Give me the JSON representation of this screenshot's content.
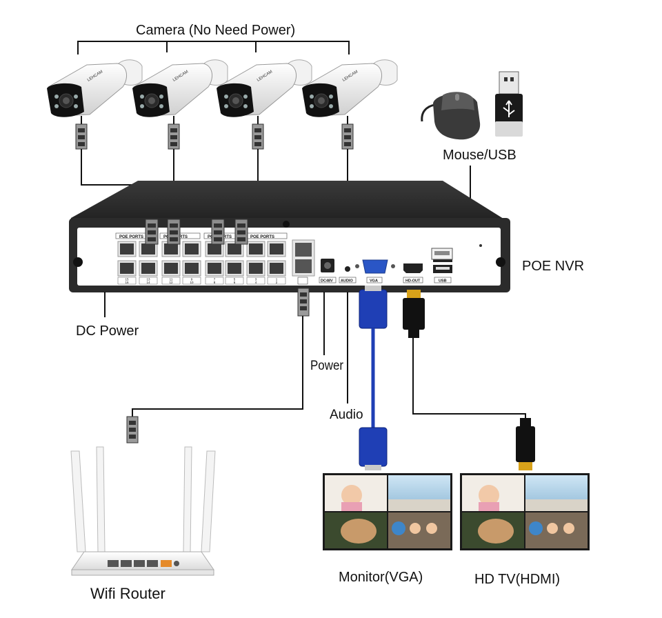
{
  "labels": {
    "cameras": "Camera (No Need Power)",
    "mouse_usb": "Mouse/USB",
    "nvr": "POE NVR",
    "dc_power": "DC Power",
    "power": "Power",
    "audio": "Audio",
    "router": "Wifi Router",
    "monitor": "Monitor(VGA)",
    "tv": "HD TV(HDMI)"
  },
  "nvr_panel": {
    "poe_ports": "POE PORTS",
    "dc48v": "DC48V",
    "audio": "AUDIO",
    "vga": "VGA",
    "hdout": "HD-OUT",
    "usb": "USB",
    "port_numbers_top": [
      "15",
      "13",
      "11",
      "9",
      "7",
      "5",
      "3",
      "1"
    ],
    "port_numbers_bottom": [
      "16",
      "14",
      "12",
      "10",
      "8",
      "6",
      "4",
      "2"
    ]
  },
  "camera_brand": "LEHCAM",
  "colors": {
    "cable": "#111111",
    "vga_cable": "#1f3fb5",
    "nvr_body": "#2b2b2b",
    "nvr_front": "#ffffff",
    "hdmi_tip": "#d8a21a"
  }
}
